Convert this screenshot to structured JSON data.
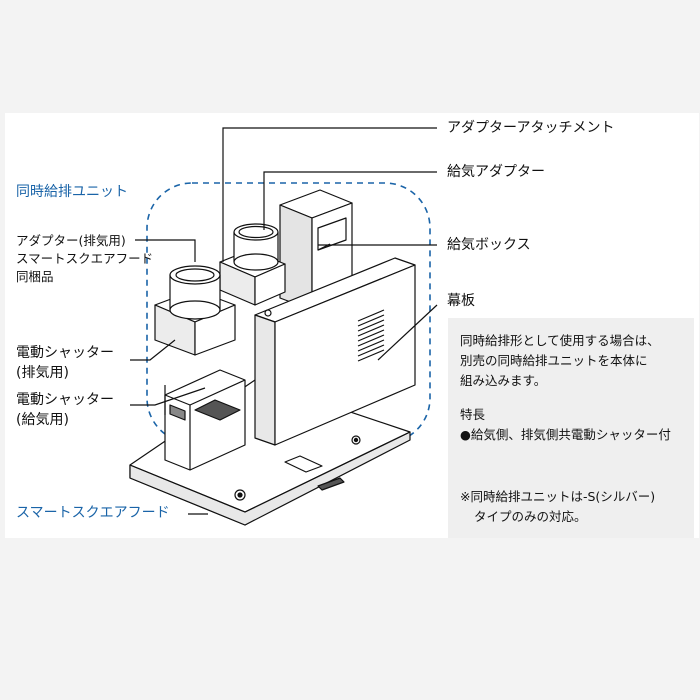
{
  "labels": {
    "adapter_attachment": "アダプターアタッチメント",
    "supply_adapter": "給気アダプター",
    "supply_box": "給気ボックス",
    "curtain_plate": "幕板",
    "simultaneous_unit": "同時給排ユニット",
    "exhaust_adapter": [
      "アダプター(排気用)",
      "スマートスクエアフード",
      "同梱品"
    ],
    "shutter_exhaust": [
      "電動シャッター",
      "(排気用)"
    ],
    "shutter_supply": [
      "電動シャッター",
      "(給気用)"
    ],
    "smart_square_hood": "スマートスクエアフード"
  },
  "info": {
    "lines": [
      "同時給排形として使用する場合は、",
      "別売の同時給排ユニットを本体に",
      "組み込みます。"
    ],
    "feature_title": "特長",
    "feature_item": "●給気側、排気側共電動シャッター付",
    "note_lines": [
      "※同時給排ユニットは-S(シルバー)",
      "タイプのみの対応。"
    ]
  },
  "colors": {
    "accent": "#1a64a8",
    "line": "#111111",
    "background": "#f3f3f3"
  }
}
